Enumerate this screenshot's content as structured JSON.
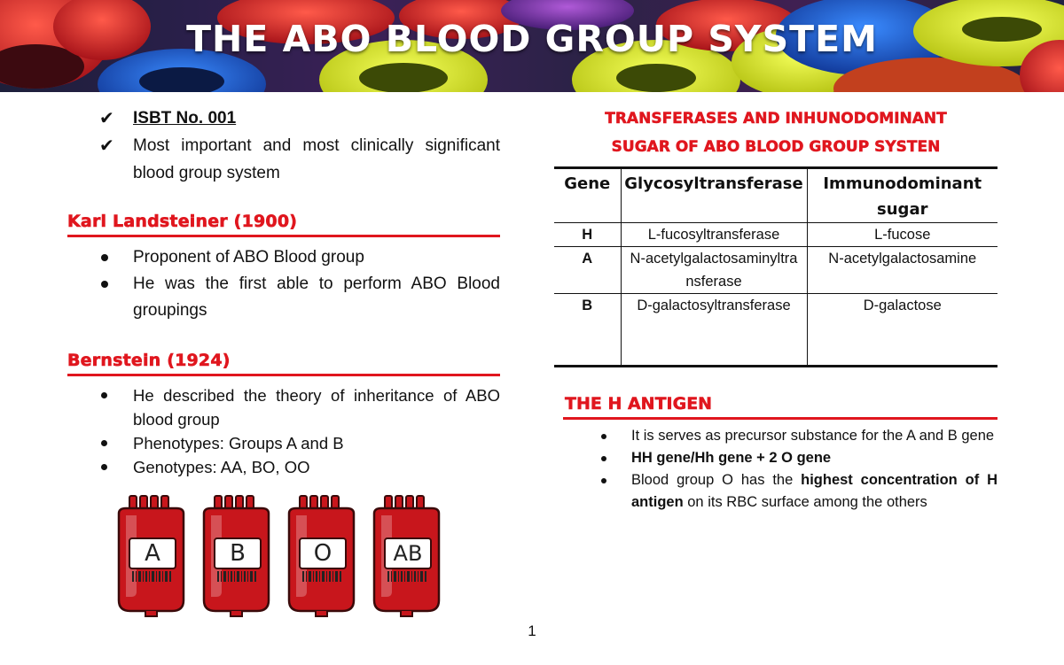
{
  "banner": {
    "title": "THE ABO BLOOD GROUP SYSTEM"
  },
  "intro": {
    "items": [
      {
        "mark": "✔",
        "text": "ISBT No. 001"
      },
      {
        "mark": "✔",
        "text": "Most important and most clinically significant blood group system"
      }
    ]
  },
  "landsteiner": {
    "heading": "Karl Landsteiner (1900)",
    "items": [
      "Proponent of ABO Blood group",
      "He was the first able to perform ABO Blood groupings"
    ]
  },
  "bernstein": {
    "heading": "Bernstein (1924)",
    "items": [
      "He described the theory of inheritance of ABO blood group",
      "Phenotypes: Groups A and B",
      "Genotypes: AA, BO, OO"
    ]
  },
  "bags": [
    {
      "label": "A"
    },
    {
      "label": "B"
    },
    {
      "label": "O"
    },
    {
      "label": "AB"
    }
  ],
  "transferases": {
    "title_line1": "TRANSFERASES AND INHUNODOMINANT",
    "title_line2": "SUGAR OF ABO BLOOD GROUP SYSTEN",
    "headers": [
      "Gene",
      "Glycosyltransferase",
      "Immunodominant sugar"
    ],
    "rows": [
      {
        "gene": "H",
        "transferase": "L-fucosyltransferase",
        "sugar": "L-fucose"
      },
      {
        "gene": "A",
        "transferase": "N-acetylgalactosaminyltransferase",
        "sugar": "N-acetylgalactosamine"
      },
      {
        "gene": "B",
        "transferase": "D-galactosyltransferase",
        "sugar": "D-galactose"
      }
    ]
  },
  "h_antigen": {
    "heading": "THE H ANTIGEN",
    "item1": "It is serves as precursor substance for the A and B gene",
    "item2": "HH gene/Hh gene + 2 O gene",
    "item3_pre": "Blood group O has the ",
    "item3_bold1": "highest concentration of H antigen",
    "item3_post": " on its RBC surface among the others"
  },
  "footer": {
    "page_number": "1"
  },
  "colors": {
    "accent_red": "#e0161e",
    "bag_red": "#c8161c"
  }
}
